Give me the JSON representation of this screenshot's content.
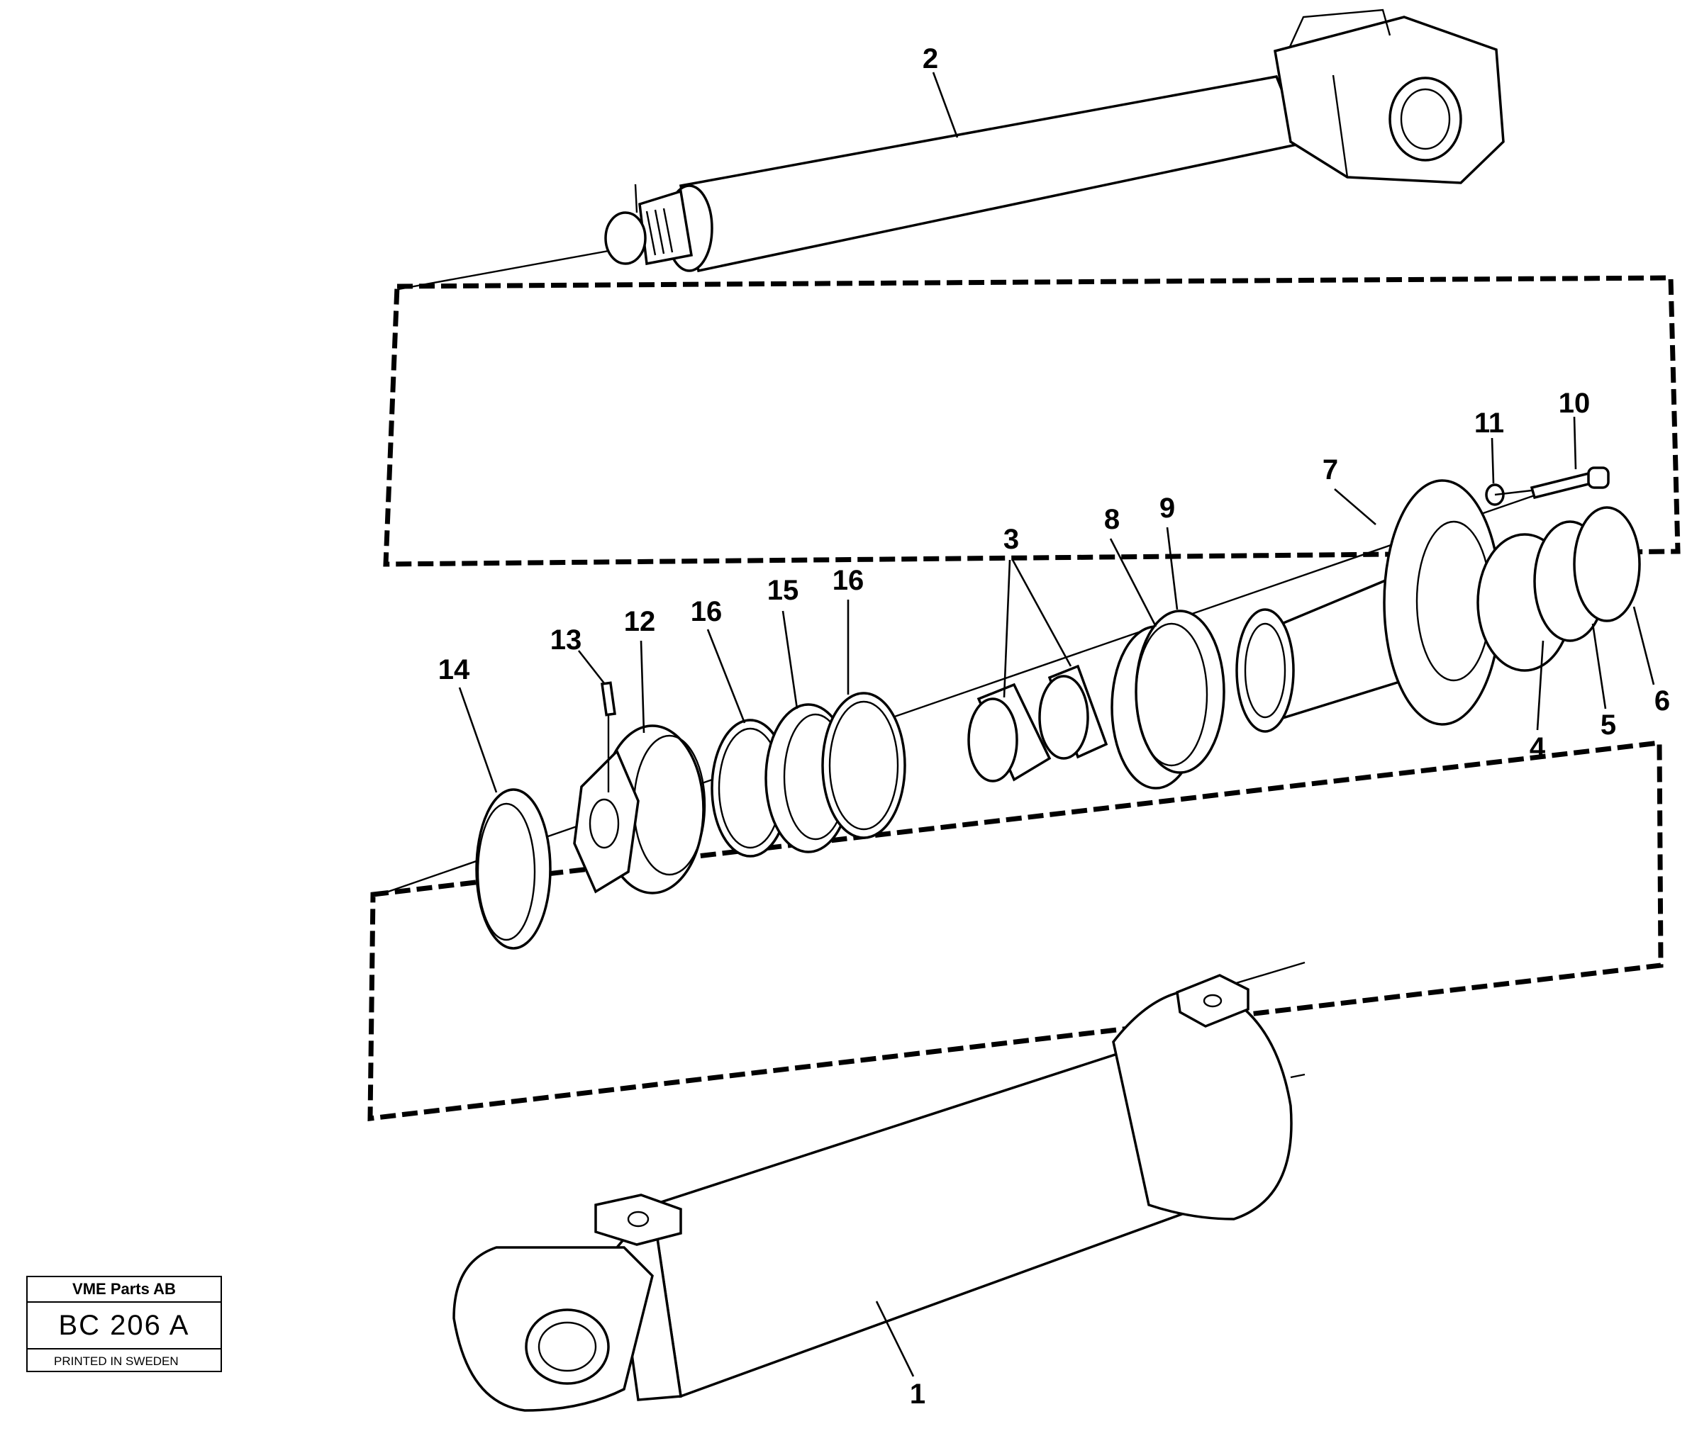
{
  "callouts": {
    "c1": "1",
    "c2": "2",
    "c3": "3",
    "c4": "4",
    "c5": "5",
    "c6": "6",
    "c7": "7",
    "c8": "8",
    "c9": "9",
    "c10": "10",
    "c11": "11",
    "c12": "12",
    "c13": "13",
    "c14": "14",
    "c15": "15",
    "c16a": "16",
    "c16b": "16"
  },
  "title_block": {
    "company": "VME Parts AB",
    "drawing_code": "BC 206 A",
    "printed": "PRINTED IN SWEDEN"
  }
}
